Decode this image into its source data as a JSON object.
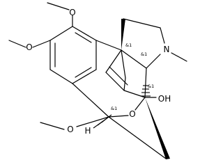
{
  "atoms": {
    "methoxy_top": "O",
    "methoxy_left": "O",
    "methoxy_bottom": "O",
    "bridge_oxygen": "O",
    "nitrogen": "N",
    "hydroxyl": "OH",
    "hydrogen": "H"
  },
  "stereo_labels": {
    "c13": "&1",
    "c14": "&1",
    "c6": "&1",
    "c5": "&1"
  }
}
